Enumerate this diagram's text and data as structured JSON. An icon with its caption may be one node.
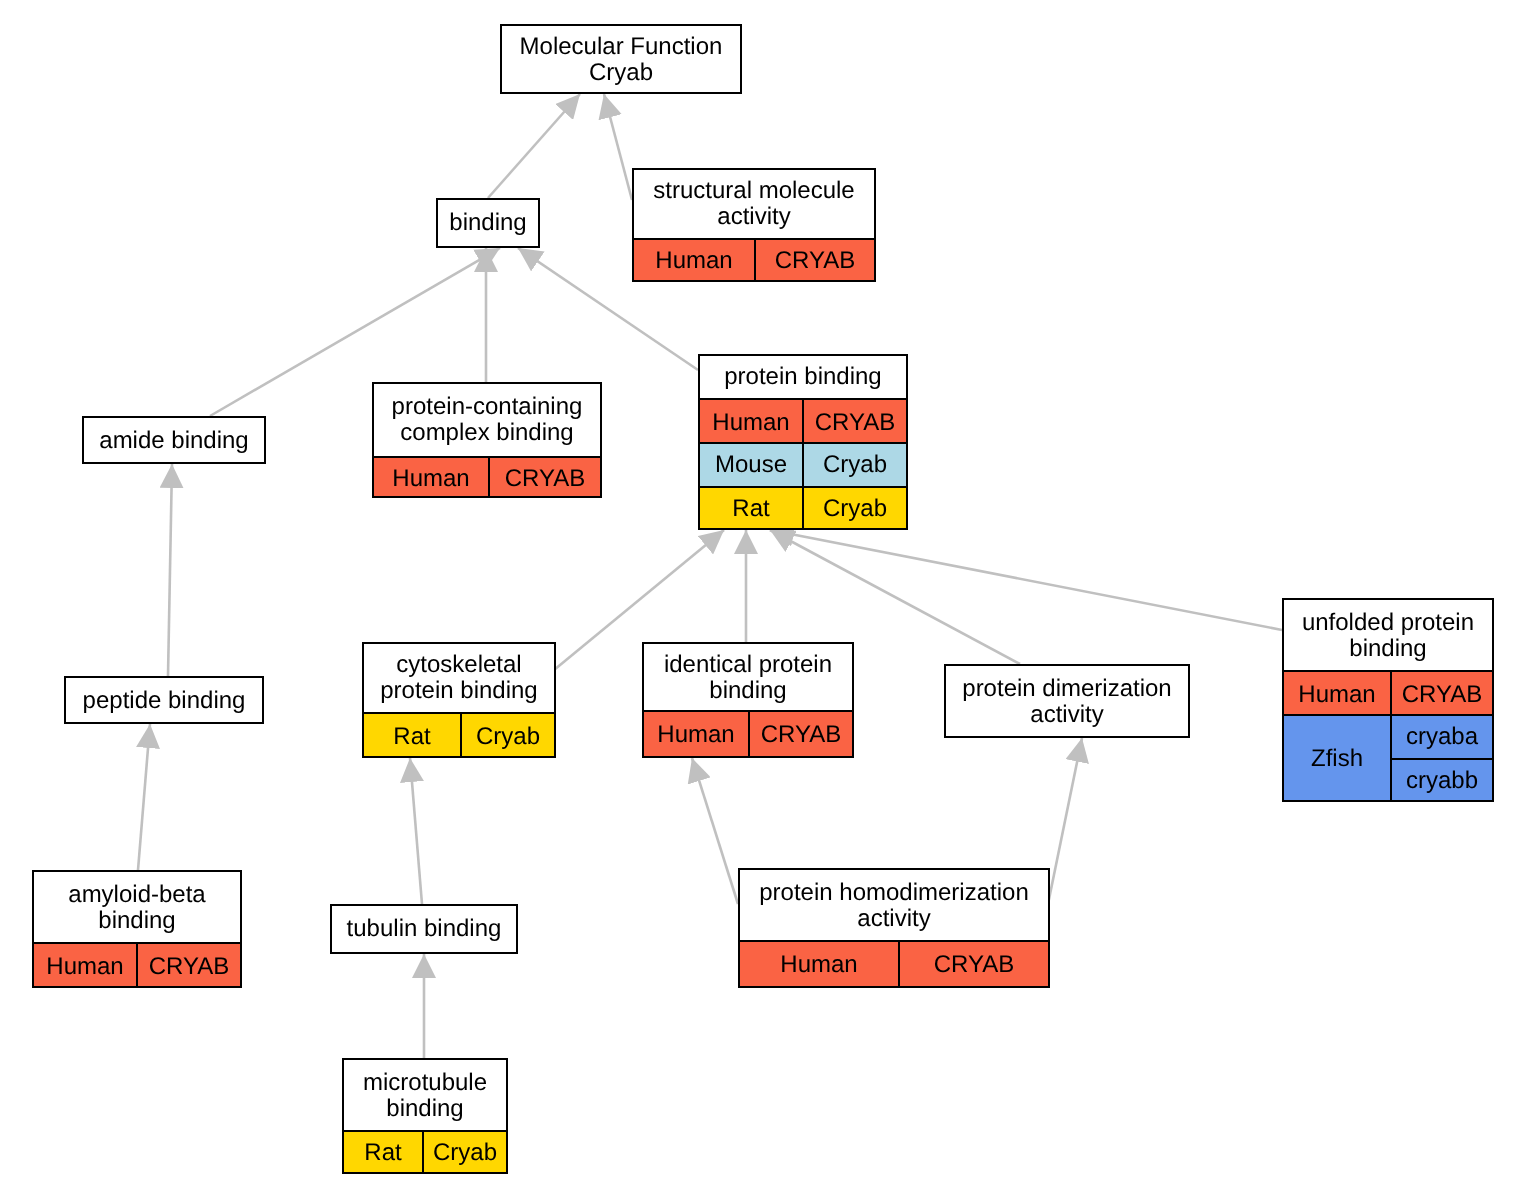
{
  "diagram": {
    "nodes": [
      {
        "text": [
          "Molecular Function Cryab"
        ]
      },
      {
        "text": [
          "binding"
        ]
      },
      {
        "text": [
          "structural molecule activity",
          "Human",
          "CRYAB"
        ]
      },
      {
        "text": [
          "amide binding"
        ]
      },
      {
        "text": [
          "protein-containing complex binding",
          "Human",
          "CRYAB"
        ]
      },
      {
        "text": [
          "protein binding",
          "Human",
          "CRYAB",
          "Mouse",
          "Cryab",
          "Rat",
          "Cryab"
        ]
      },
      {
        "text": [
          "peptide binding"
        ]
      },
      {
        "text": [
          "cytoskeletal protein binding",
          "Rat",
          "Cryab"
        ]
      },
      {
        "text": [
          "identical protein binding",
          "Human",
          "CRYAB"
        ]
      },
      {
        "text": [
          "protein dimerization activity"
        ]
      },
      {
        "text": [
          "unfolded protein binding",
          "Human",
          "CRYAB",
          "Zfish",
          "cryaba",
          "cryabb"
        ]
      },
      {
        "text": [
          "amyloid-beta binding",
          "Human",
          "CRYAB"
        ]
      },
      {
        "text": [
          "tubulin binding"
        ]
      },
      {
        "text": [
          "protein homodimerization activity",
          "Human",
          "CRYAB"
        ]
      },
      {
        "text": [
          "microtubule binding",
          "Rat",
          "Cryab"
        ]
      }
    ],
    "edges": [
      {
        "from": 1,
        "to": 0,
        "arrow": "to"
      },
      {
        "from": 2,
        "to": 0,
        "arrow": "to"
      },
      {
        "from": 3,
        "to": 1,
        "arrow": "to"
      },
      {
        "from": 4,
        "to": 1,
        "arrow": "to"
      },
      {
        "from": 5,
        "to": 1,
        "arrow": "to"
      },
      {
        "from": 6,
        "to": 3,
        "arrow": "to"
      },
      {
        "from": 7,
        "to": 5,
        "arrow": "to"
      },
      {
        "from": 8,
        "to": 5,
        "arrow": "to"
      },
      {
        "from": 9,
        "to": 5,
        "arrow": "to"
      },
      {
        "from": 10,
        "to": 5,
        "arrow": "to"
      },
      {
        "from": 11,
        "to": 6,
        "arrow": "to"
      },
      {
        "from": 12,
        "to": 7,
        "arrow": "to"
      },
      {
        "from": 13,
        "to": 8,
        "arrow": "to"
      },
      {
        "from": 13,
        "to": 9,
        "arrow": "to"
      },
      {
        "from": 14,
        "to": 12,
        "arrow": "to"
      }
    ]
  }
}
